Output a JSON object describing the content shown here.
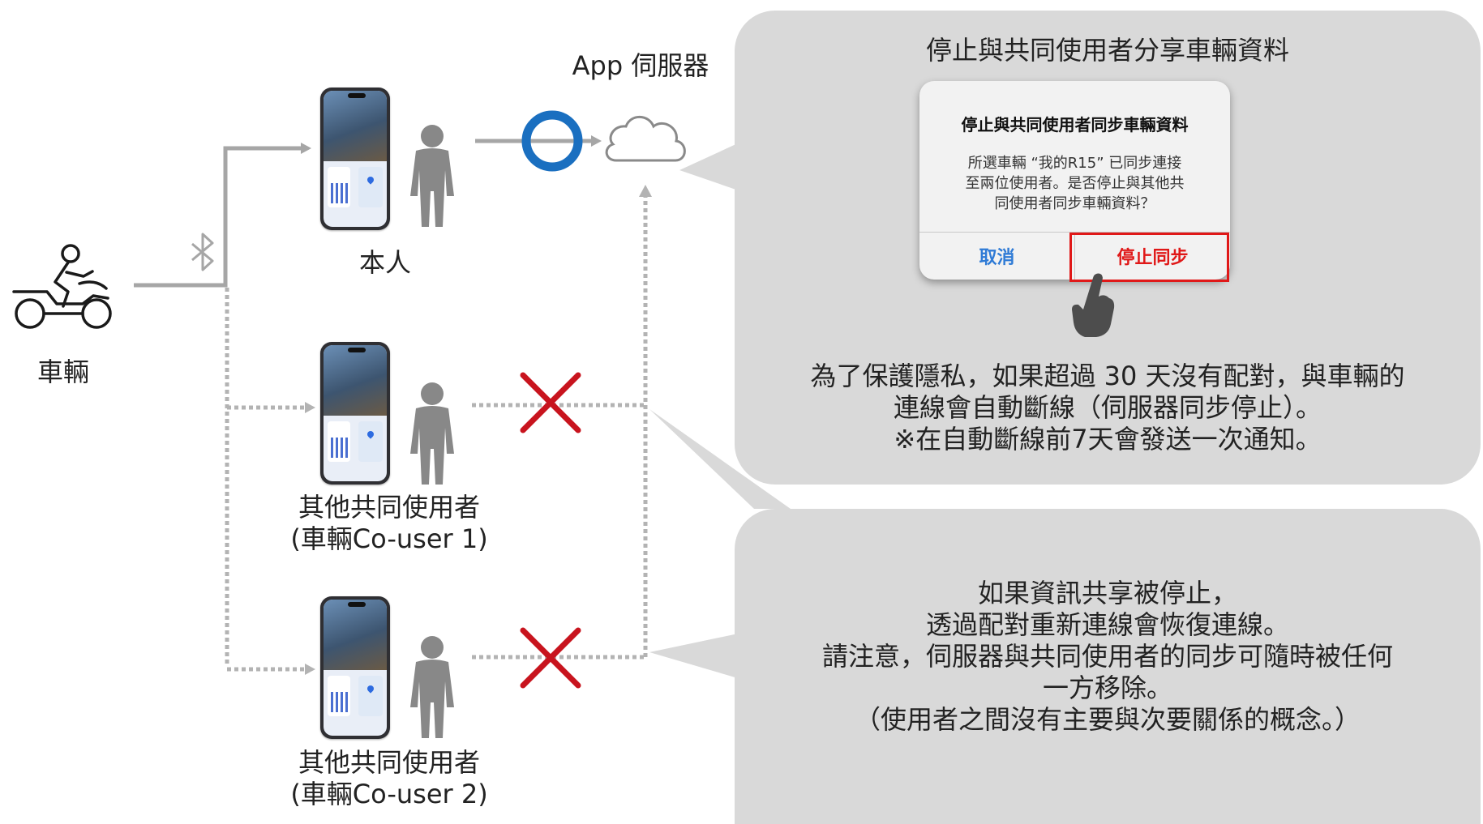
{
  "diagram": {
    "vehicle": {
      "label": "車輛",
      "icon": "motorcycle-rider-icon"
    },
    "server": {
      "label": "App 伺服器",
      "icon": "cloud-icon"
    },
    "users": [
      {
        "label": "本人",
        "icon": "person-icon"
      },
      {
        "label": "其他共同使用者\n(車輛Co-user 1)",
        "icon": "person-icon"
      },
      {
        "label": "其他共同使用者\n(車輛Co-user 2)",
        "icon": "person-icon"
      }
    ],
    "connection_icons": {
      "bluetooth": "bluetooth-icon",
      "ok": "blue-circle-icon",
      "blocked": "red-x-icon"
    }
  },
  "callout_top": {
    "title": "停止與共同使用者分享車輛資料",
    "body": "為了保護隱私，如果超過 30 天沒有配對，與車輛的\n連線會自動斷線（伺服器同步停止）。\n※在自動斷線前7天會發送一次通知。",
    "dialog": {
      "title": "停止與共同使用者同步車輛資料",
      "message": "所選車輛 “我的R15” 已同步連接\n至兩位使用者。是否停止與其他共\n同使用者同步車輛資料？",
      "cancel_label": "取消",
      "confirm_label": "停止同步"
    },
    "tap_icon": "tap-hand-icon"
  },
  "callout_bottom": {
    "body": "如果資訊共享被停止，\n透過配對重新連線會恢復連線。\n請注意，伺服器與共同使用者的同步可隨時被任何\n一方移除。\n（使用者之間沒有主要與次要關係的概念。）"
  },
  "colors": {
    "circle": "#1a6fc0",
    "cross": "#c8141e",
    "highlight": "#e01818",
    "link_blue": "#2f7bd6",
    "bubble": "#d9d9d9",
    "line": "#a6a6a6"
  }
}
